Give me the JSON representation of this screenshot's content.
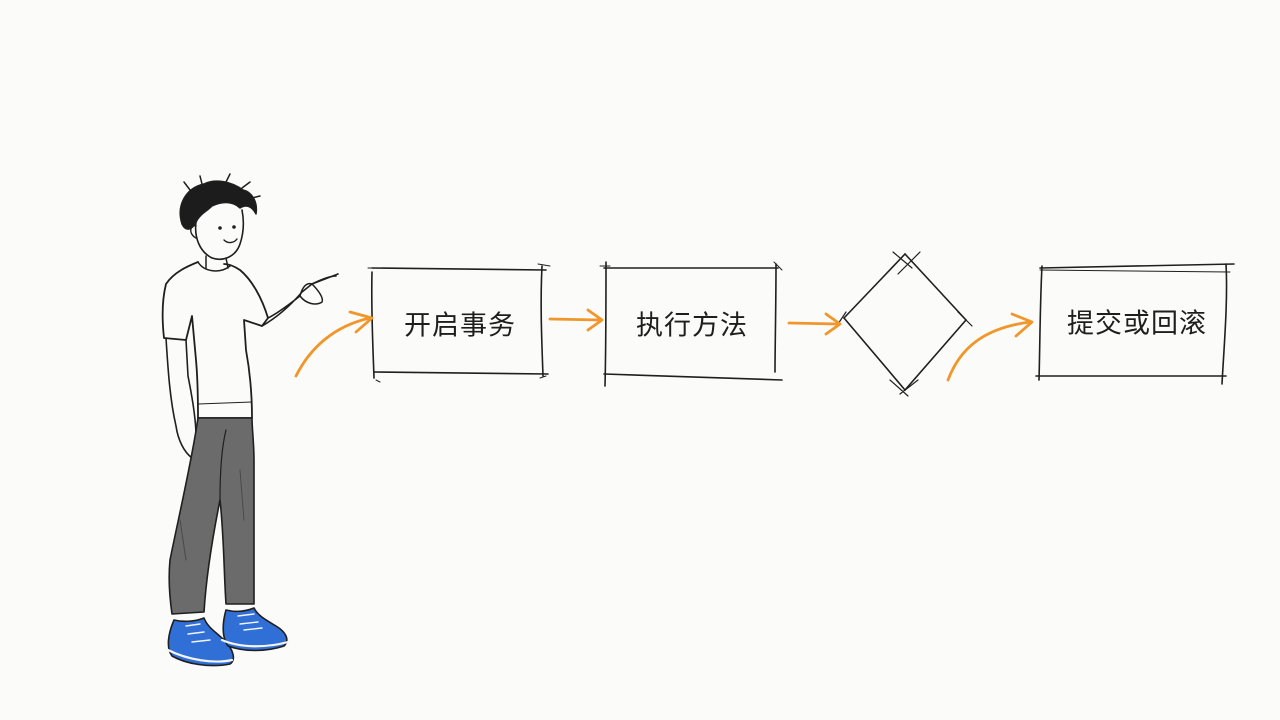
{
  "steps": {
    "start_transaction": "开启事务",
    "execute_method": "执行方法",
    "commit_or_rollback": "提交或回滚"
  },
  "colors": {
    "arrow": "#f0962a",
    "stroke": "#1f1f1f",
    "pants": "#6b6b6b",
    "shoes": "#2f6fd6",
    "background": "#fbfbfa"
  },
  "icons": {
    "figure": "person-pointing-icon",
    "decision": "diamond-icon"
  }
}
